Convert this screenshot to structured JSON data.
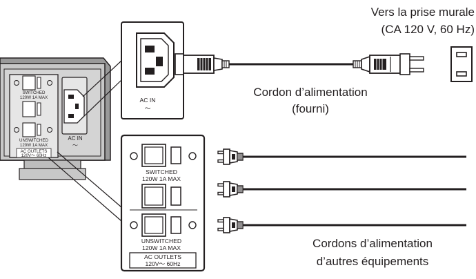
{
  "labels": {
    "wall_outlet_line1": "Vers la prise murale",
    "wall_outlet_line2": "(CA 120 V, 60 Hz)",
    "power_cord_line1": "Cordon d’alimentation",
    "power_cord_line2": "(fourni)",
    "other_cords_line1": "Cordons d’alimentation",
    "other_cords_line2": "d’autres équipements"
  },
  "panel": {
    "switched_1": "SWITCHED",
    "switched_2": "120W  1A  MAX",
    "unswitched_1": "UNSWITCHED",
    "unswitched_2": "120W  1A  MAX",
    "outlets_1": "AC OUTLETS",
    "outlets_2": "120V～ 60Hz",
    "ac_in": "AC IN",
    "ac_symbol": "～"
  },
  "colors": {
    "ink": "#231f20",
    "panel_gray": "#c8c8c8",
    "panel_dark": "#9a9a9a"
  },
  "icons": [
    "iec-inlet-icon",
    "ac-outlet-icon",
    "two-prong-plug-icon"
  ]
}
